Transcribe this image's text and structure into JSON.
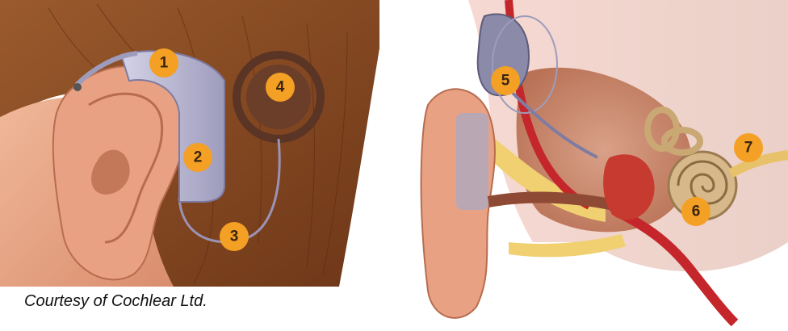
{
  "caption": "Courtesy of Cochlear Ltd.",
  "callouts": [
    {
      "number": "1"
    },
    {
      "number": "2"
    },
    {
      "number": "3"
    },
    {
      "number": "4"
    },
    {
      "number": "5"
    },
    {
      "number": "6"
    },
    {
      "number": "7"
    }
  ],
  "colors": {
    "callout_fill": "#f4a024",
    "hair": "#8a4a22",
    "skin": "#e7a788",
    "device": "#b6b4cf",
    "bone": "#f0d070",
    "vessel": "#c4262b"
  }
}
